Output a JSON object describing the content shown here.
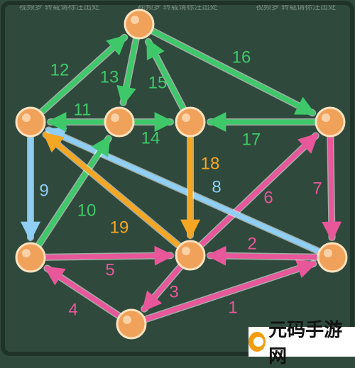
{
  "watermark_text": "视频梦 转载请标注出处",
  "brand_text": "元码手游网",
  "colors": {
    "green": "#3fc86a",
    "blue": "#8fcff5",
    "pink": "#e8579a",
    "orange": "#f5a623",
    "node": "#f0a15a",
    "board": "#2f4a3c"
  },
  "nodes": [
    {
      "id": "top"
    },
    {
      "id": "upper-left"
    },
    {
      "id": "center-left"
    },
    {
      "id": "center"
    },
    {
      "id": "right-upper"
    },
    {
      "id": "lower-left"
    },
    {
      "id": "lower-center"
    },
    {
      "id": "lower-right"
    },
    {
      "id": "bottom"
    }
  ],
  "edges": [
    {
      "label": "1",
      "from": "bottom",
      "to": "lower-right",
      "color": "pink"
    },
    {
      "label": "2",
      "from": "lower-right",
      "to": "lower-center",
      "color": "pink"
    },
    {
      "label": "3",
      "from": "lower-center",
      "to": "bottom",
      "color": "pink"
    },
    {
      "label": "4",
      "from": "bottom",
      "to": "lower-left",
      "color": "pink"
    },
    {
      "label": "5",
      "from": "lower-left",
      "to": "lower-center",
      "color": "pink"
    },
    {
      "label": "6",
      "from": "lower-center",
      "to": "right-upper",
      "color": "pink"
    },
    {
      "label": "7",
      "from": "right-upper",
      "to": "lower-right",
      "color": "pink"
    },
    {
      "label": "8",
      "from": "lower-right",
      "to": "upper-left",
      "color": "blue"
    },
    {
      "label": "9",
      "from": "upper-left",
      "to": "lower-left",
      "color": "blue"
    },
    {
      "label": "10",
      "from": "lower-left",
      "to": "center-left",
      "color": "green"
    },
    {
      "label": "11",
      "from": "center-left",
      "to": "upper-left",
      "color": "green"
    },
    {
      "label": "12",
      "from": "upper-left",
      "to": "top",
      "color": "green"
    },
    {
      "label": "13",
      "from": "top",
      "to": "center-left",
      "color": "green"
    },
    {
      "label": "14",
      "from": "center-left",
      "to": "center",
      "color": "green"
    },
    {
      "label": "15",
      "from": "center",
      "to": "top",
      "color": "green"
    },
    {
      "label": "16",
      "from": "top",
      "to": "right-upper",
      "color": "green"
    },
    {
      "label": "17",
      "from": "right-upper",
      "to": "center",
      "color": "green"
    },
    {
      "label": "18",
      "from": "center",
      "to": "lower-center",
      "color": "orange"
    },
    {
      "label": "19",
      "from": "lower-center",
      "to": "upper-left",
      "color": "orange"
    }
  ]
}
